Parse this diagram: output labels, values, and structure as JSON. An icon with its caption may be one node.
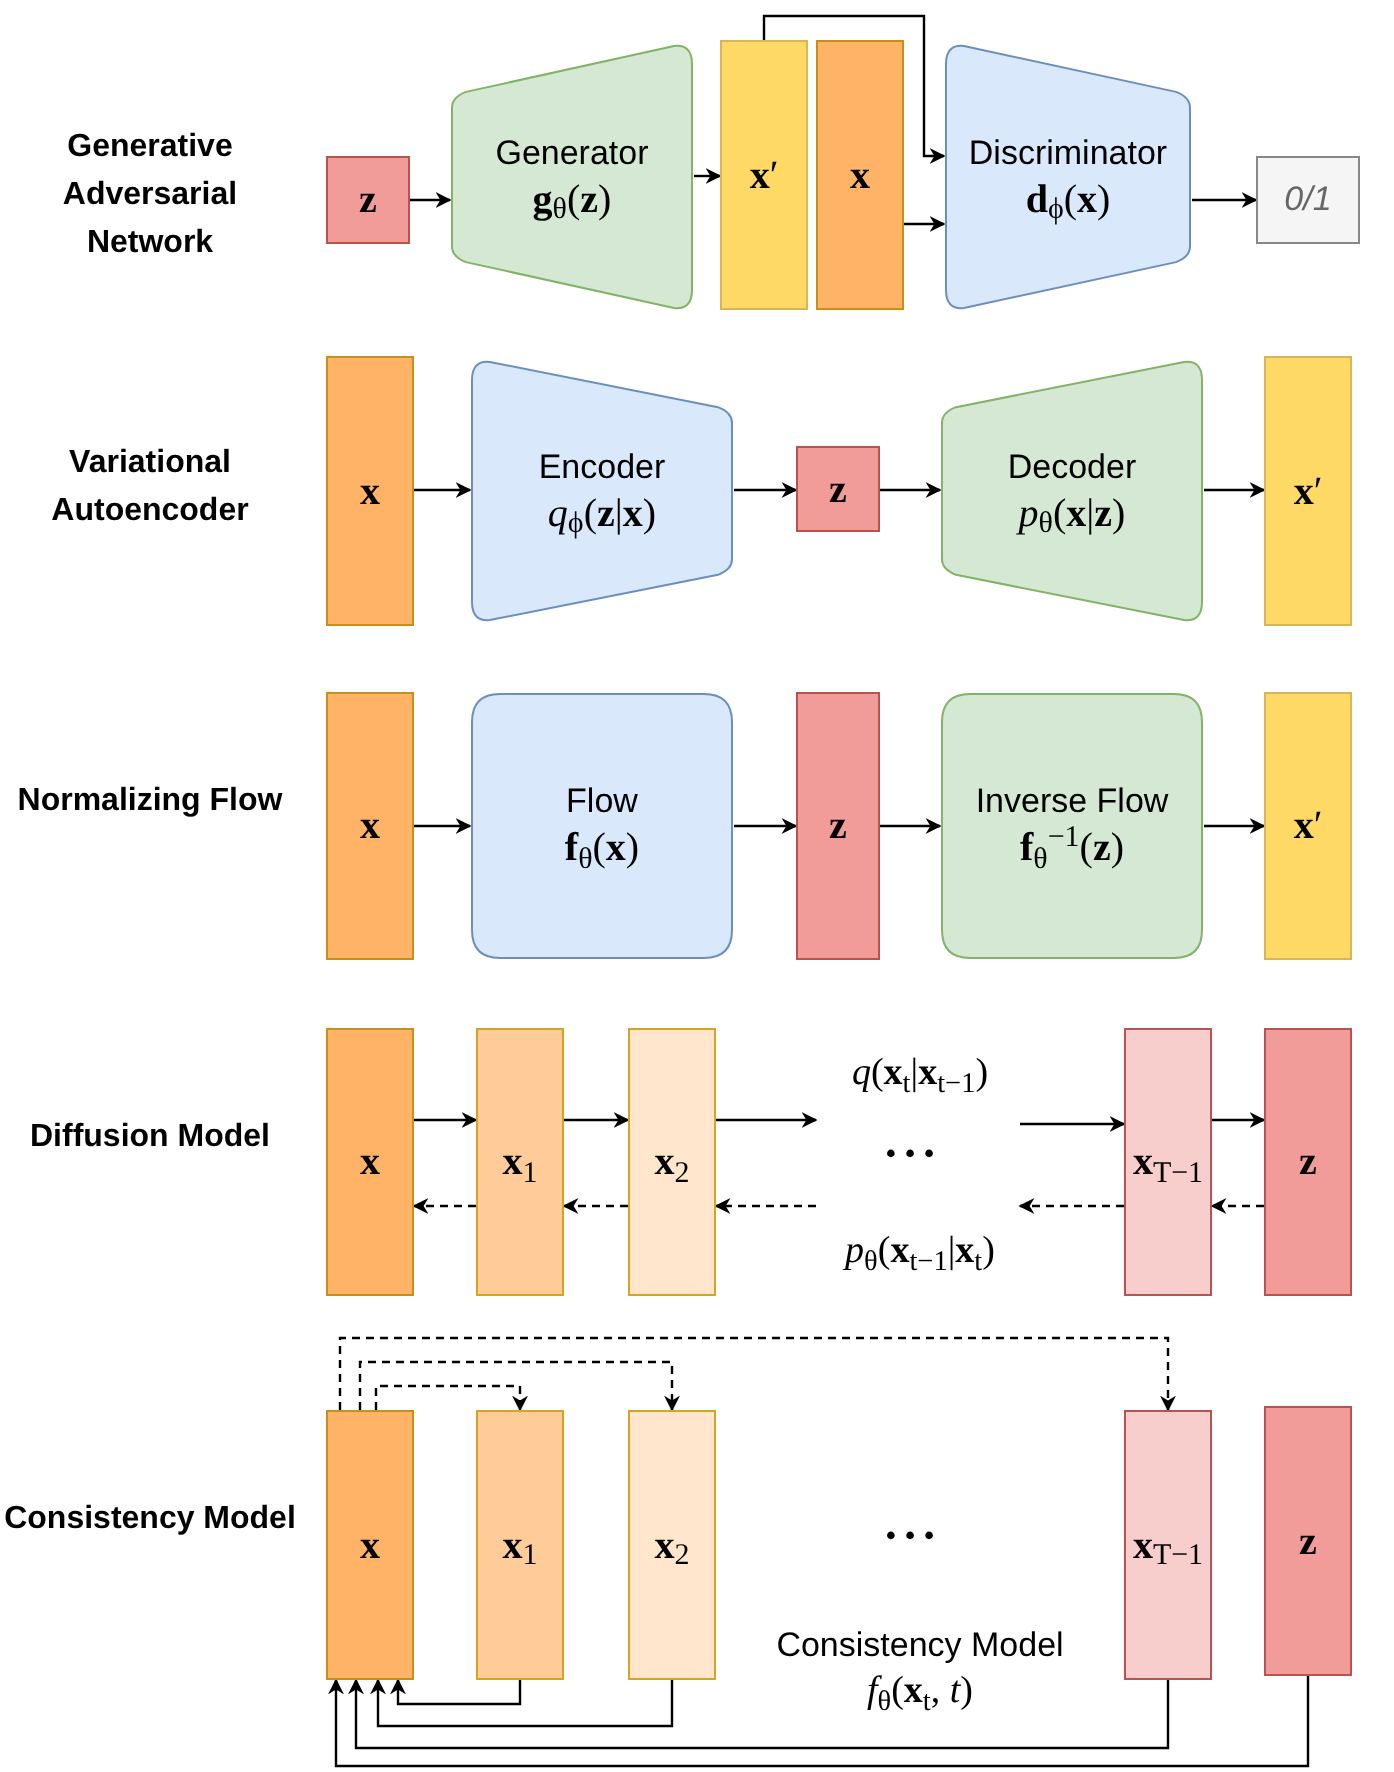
{
  "diagram": {
    "nodes": [
      {
        "text": [
          "**z**"
        ]
      },
      {
        "text": [
          "Generator",
          "**g**$_{θ}$(**z**)"
        ]
      },
      {
        "text": [
          "**x**′"
        ]
      },
      {
        "text": [
          "**x**"
        ]
      },
      {
        "text": [
          "Discriminator",
          "**d**$_{ϕ}$(**x**)"
        ]
      },
      {
        "text": [
          "0/1"
        ]
      },
      {
        "text": [
          "**x**"
        ]
      },
      {
        "text": [
          "Encoder",
          "*q*$_{ϕ}$(**z**|**x**)"
        ]
      },
      {
        "text": [
          "**z**"
        ]
      },
      {
        "text": [
          "Decoder",
          "*p*$_{θ}$(**x**|**z**)"
        ]
      },
      {
        "text": [
          "**x**′"
        ]
      },
      {
        "text": [
          "**x**"
        ]
      },
      {
        "text": [
          "Flow",
          "**f**$_{θ}$(**x**)"
        ]
      },
      {
        "text": [
          "**z**"
        ]
      },
      {
        "text": [
          "Inverse Flow",
          "**f**$_{θ}$$^{−1}$(**z**)"
        ]
      },
      {
        "text": [
          "**x**′"
        ]
      },
      {
        "text": [
          "**x**"
        ]
      },
      {
        "text": [
          "**x**$_{1}$"
        ]
      },
      {
        "text": [
          "**x**$_{2}$"
        ]
      },
      {
        "text": [
          "**x**$_{T−1}$"
        ]
      },
      {
        "text": [
          "**z**"
        ]
      },
      {
        "text": [
          "**x**"
        ]
      },
      {
        "text": [
          "**x**$_{1}$"
        ]
      },
      {
        "text": [
          "**x**$_{2}$"
        ]
      },
      {
        "text": [
          "**x**$_{T−1}$"
        ]
      },
      {
        "text": [
          "**z**"
        ]
      }
    ],
    "edges": [
      {
        "from": 0,
        "to": 1,
        "arrow": "to"
      },
      {
        "from": 1,
        "to": 2,
        "arrow": "to"
      },
      {
        "from": 2,
        "to": 4,
        "arrow": "to"
      },
      {
        "from": 3,
        "to": 4,
        "arrow": "to"
      },
      {
        "from": 4,
        "to": 5,
        "arrow": "to"
      },
      {
        "from": 6,
        "to": 7,
        "arrow": "to"
      },
      {
        "from": 7,
        "to": 8,
        "arrow": "to"
      },
      {
        "from": 8,
        "to": 9,
        "arrow": "to"
      },
      {
        "from": 9,
        "to": 10,
        "arrow": "to"
      },
      {
        "from": 11,
        "to": 12,
        "arrow": "to"
      },
      {
        "from": 12,
        "to": 13,
        "arrow": "to"
      },
      {
        "from": 13,
        "to": 14,
        "arrow": "to"
      },
      {
        "from": 14,
        "to": 15,
        "arrow": "to"
      },
      {
        "from": 16,
        "to": 17,
        "arrow": "to"
      },
      {
        "from": 17,
        "to": 18,
        "arrow": "to"
      },
      {
        "from": 18,
        "to": null,
        "arrow": "to"
      },
      {
        "from": null,
        "to": 19,
        "arrow": "to"
      },
      {
        "from": 19,
        "to": 20,
        "arrow": "to"
      },
      {
        "from": 20,
        "to": 19,
        "arrow": "to",
        "style": "dashed"
      },
      {
        "from": 19,
        "to": null,
        "arrow": "to",
        "style": "dashed"
      },
      {
        "from": null,
        "to": 18,
        "arrow": "to",
        "style": "dashed"
      },
      {
        "from": 18,
        "to": 17,
        "arrow": "to",
        "style": "dashed"
      },
      {
        "from": 17,
        "to": 16,
        "arrow": "to",
        "style": "dashed"
      },
      {
        "from": 21,
        "to": 22,
        "arrow": "to",
        "style": "dashed"
      },
      {
        "from": 21,
        "to": 23,
        "arrow": "to",
        "style": "dashed"
      },
      {
        "from": 21,
        "to": 24,
        "arrow": "to",
        "style": "dashed"
      },
      {
        "from": 22,
        "to": 21,
        "arrow": "to"
      },
      {
        "from": 23,
        "to": 21,
        "arrow": "to"
      },
      {
        "from": 24,
        "to": 21,
        "arrow": "to"
      },
      {
        "from": 25,
        "to": 21,
        "arrow": "to"
      }
    ],
    "labels": [
      "Generative Adversarial Network",
      "Variational Autoencoder",
      "Normalizing Flow",
      "Diffusion Model",
      "Consistency Model",
      "*q*(**x**$_{t}$|**x**$_{t−1}$)",
      "• • •",
      "*p*$_{θ}$(**x**$_{t−1}$|**x**$_{t}$)",
      "• • •",
      "Consistency Model",
      "*f*$_{θ}$(**x**$_{t}$, *t*)"
    ]
  }
}
